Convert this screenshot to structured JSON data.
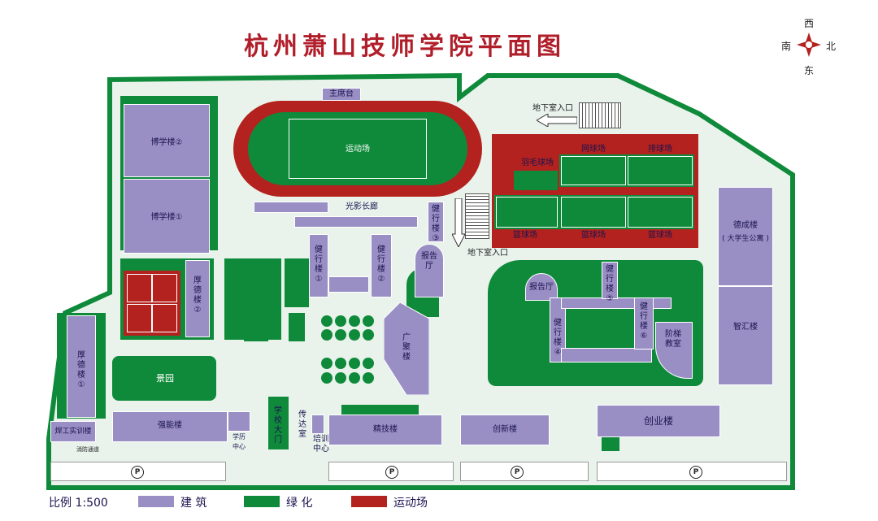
{
  "title": "杭州萧山技师学院平面图",
  "compass": {
    "west": "西",
    "south": "南",
    "north": "北",
    "east": "东"
  },
  "buildings": {
    "boxue2": "博学楼②",
    "boxue1": "博学楼①",
    "houde2": "厚德楼②",
    "houde1": "厚德楼①",
    "hanjie": "焊工实训楼",
    "qiangneng": "强能楼",
    "xueli": "学历中心",
    "xiaomen": "学校大门",
    "chuanda": "传达室",
    "peixun": "培训中心",
    "jingji": "精技楼",
    "chuangxin": "创新楼",
    "chuangye": "创业楼",
    "decheng": "德成楼",
    "decheng_sub": "( 大学生公寓 )",
    "zhihui": "智汇楼",
    "jx1": "健行楼①",
    "jx2": "健行楼②",
    "jx3": "健行楼③",
    "jx4": "健行楼④",
    "jx5": "健行楼⑤",
    "jx6": "健行楼⑥",
    "baogaoting1": "报告厅",
    "baogaoting2": "报告厅",
    "guangju": "广聚楼",
    "jieti": "阶梯教室",
    "zhuxitai": "主席台"
  },
  "areas": {
    "yundongchang": "运动场",
    "guangying": "光影长廊",
    "jingyuan": "景园",
    "yumao": "羽毛球场",
    "wangqiu": "网球场",
    "paiqiu": "排球场",
    "lanqiu1": "篮球场",
    "lanqiu2": "篮球场",
    "lanqiu3": "篮球场",
    "dixia1": "地下室入口",
    "dixia2": "地下室入口",
    "tongdao": "消防通道",
    "parking": "P"
  },
  "legend": {
    "scale": "比例 1:500",
    "building": "建 筑",
    "green": "绿 化",
    "sports": "运动场"
  },
  "colors": {
    "building": "#9a8fc4",
    "green": "#0f8a3a",
    "sports": "#b3221e",
    "title": "#b01e2a"
  }
}
